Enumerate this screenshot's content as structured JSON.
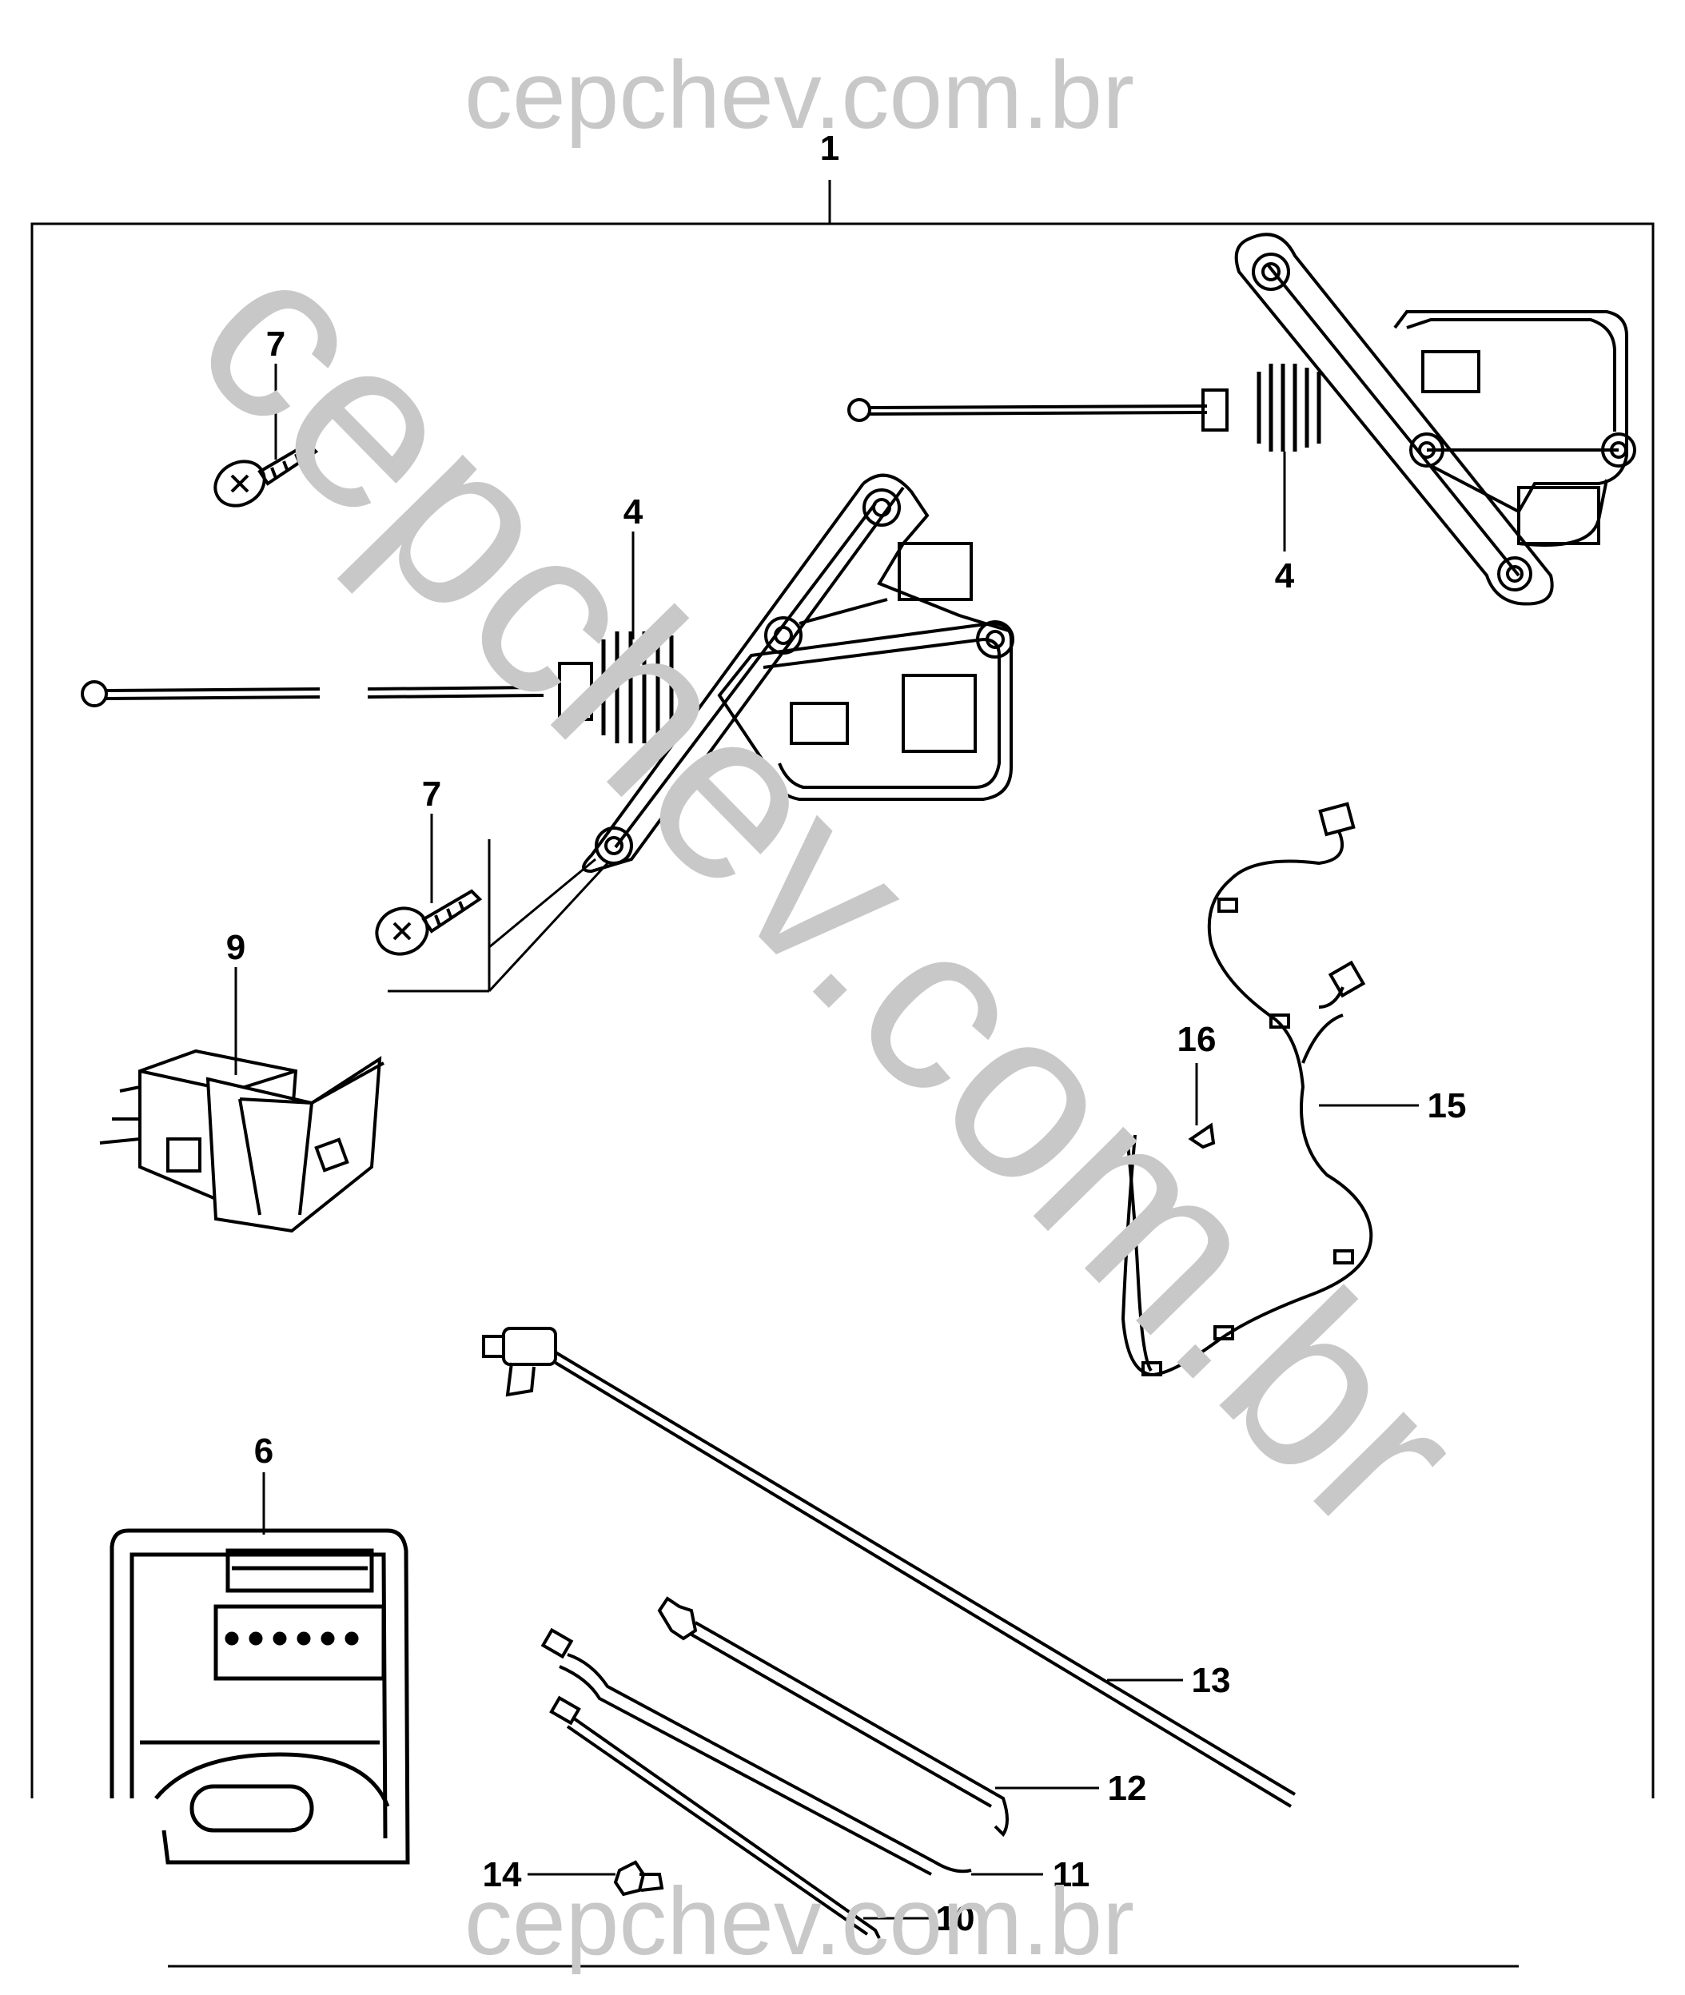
{
  "watermark": {
    "top": "cepchev.com.br",
    "diagonal": "cepchev.com.br",
    "bottom": "cepchev.com.br"
  },
  "callouts": {
    "c1": "1",
    "c4a": "4",
    "c4b": "4",
    "c6": "6",
    "c7a": "7",
    "c7b": "7",
    "c9": "9",
    "c10": "10",
    "c11": "11",
    "c12": "12",
    "c13": "13",
    "c14": "14",
    "c15": "15",
    "c16": "16"
  },
  "colors": {
    "line": "#000000",
    "watermark": "#c8c8c8",
    "background": "#ffffff"
  }
}
